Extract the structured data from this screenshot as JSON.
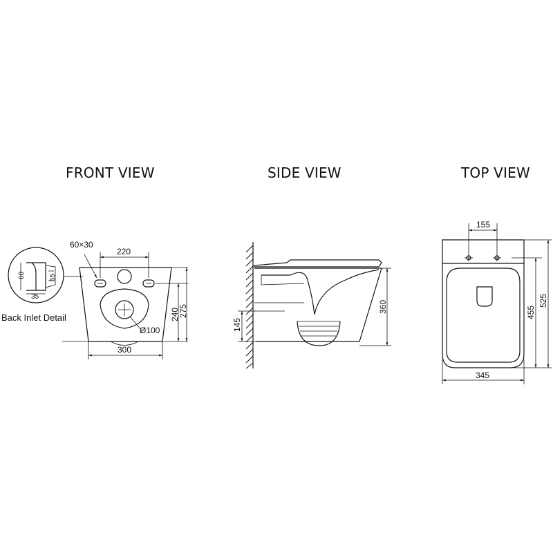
{
  "views": {
    "front": "FRONT VIEW",
    "side": "SIDE VIEW",
    "top": "TOP VIEW"
  },
  "front": {
    "detail_label": "Back Inlet Detail",
    "detail_dims": {
      "height_outer": "60",
      "height_inner": "55",
      "depth": "35"
    },
    "slot": "60×30",
    "fix_spacing": "220",
    "outlet": "Ø100",
    "h1": "240",
    "h2": "275",
    "width": "300"
  },
  "side": {
    "height": "360",
    "offset": "145"
  },
  "top": {
    "fix_spacing": "155",
    "length_bowl": "455",
    "length_total": "525",
    "width": "345"
  }
}
